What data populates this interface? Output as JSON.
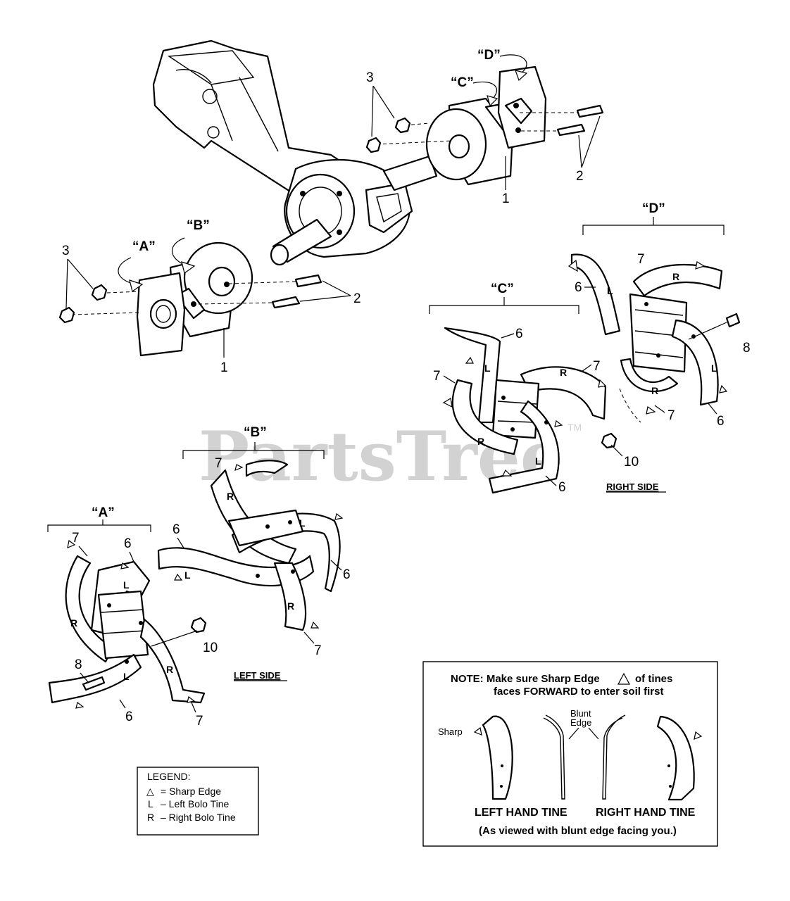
{
  "watermark": {
    "text": "PartsTree",
    "tm": "TM"
  },
  "callouts": {
    "assembly_top": {
      "c": "“C”",
      "d": "“D”",
      "n3": "3",
      "n2": "2",
      "n1": "1"
    },
    "assembly_left": {
      "a": "“A”",
      "b": "“B”",
      "n3": "3",
      "n2": "2",
      "n1": "1"
    }
  },
  "groups": {
    "a": {
      "label": "“A”",
      "n7": "7",
      "n6": "6",
      "n8": "8",
      "n6b": "6",
      "n7b": "7",
      "n10": "10",
      "l": "L",
      "r": "R",
      "l2": "L",
      "r2": "R"
    },
    "b": {
      "label": "“B”",
      "n7": "7",
      "n6": "6",
      "n6b": "6",
      "n7b": "7",
      "l": "L",
      "r": "R",
      "l2": "L",
      "r2": "R"
    },
    "c": {
      "label": "“C”",
      "n6": "6",
      "n7": "7",
      "n7b": "7",
      "n6b": "6",
      "n10": "10",
      "l": "L",
      "r": "R",
      "l2": "L",
      "r2": "R"
    },
    "d": {
      "label": "“D”",
      "n7": "7",
      "n6": "6",
      "n8": "8",
      "n7b": "7",
      "n6b": "6",
      "l": "L",
      "r": "R",
      "l2": "L",
      "r2": "R"
    }
  },
  "side_labels": {
    "left": "LEFT SIDE",
    "right": "RIGHT SIDE"
  },
  "legend": {
    "title": "LEGEND:",
    "rows": [
      {
        "sym": "△",
        "text": "= Sharp Edge"
      },
      {
        "sym": "L",
        "text": "–  Left Bolo Tine"
      },
      {
        "sym": "R",
        "text": "–  Right Bolo Tine"
      }
    ]
  },
  "note": {
    "line1_pre": "NOTE:  Make sure Sharp Edge",
    "line1_post": "of tines",
    "line2": "faces FORWARD to enter soil first",
    "sharp": "Sharp",
    "blunt1": "Blunt",
    "blunt2": "Edge",
    "left_tine": "LEFT HAND TINE",
    "right_tine": "RIGHT HAND TINE",
    "footnote": "(As viewed with blunt edge facing you.)"
  }
}
